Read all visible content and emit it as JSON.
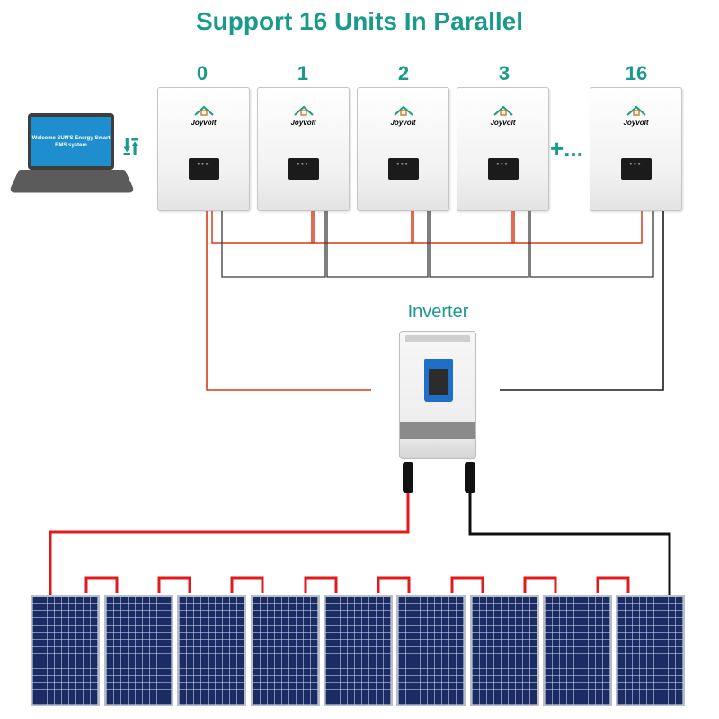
{
  "title": "Support 16 Units In Parallel",
  "colors": {
    "accent": "#1a9a8a",
    "positive_wire": "#d83a1e",
    "negative_wire": "#1a1a1a",
    "pv_positive": "#e11b1b"
  },
  "battery_units": [
    {
      "label": "0",
      "brand": "Joyvolt"
    },
    {
      "label": "1",
      "brand": "Joyvolt"
    },
    {
      "label": "2",
      "brand": "Joyvolt"
    },
    {
      "label": "3",
      "brand": "Joyvolt"
    },
    {
      "label": "16",
      "brand": "Joyvolt"
    }
  ],
  "ellipsis": "+...",
  "laptop": {
    "screen_text": "Welcome SUN'S Energy Smart BMS system",
    "icon": "laptop-icon"
  },
  "usb": {
    "icon": "usb-icon",
    "glyph": "⭿"
  },
  "inverter": {
    "label": "Inverter"
  },
  "solar_panel_count": 9
}
